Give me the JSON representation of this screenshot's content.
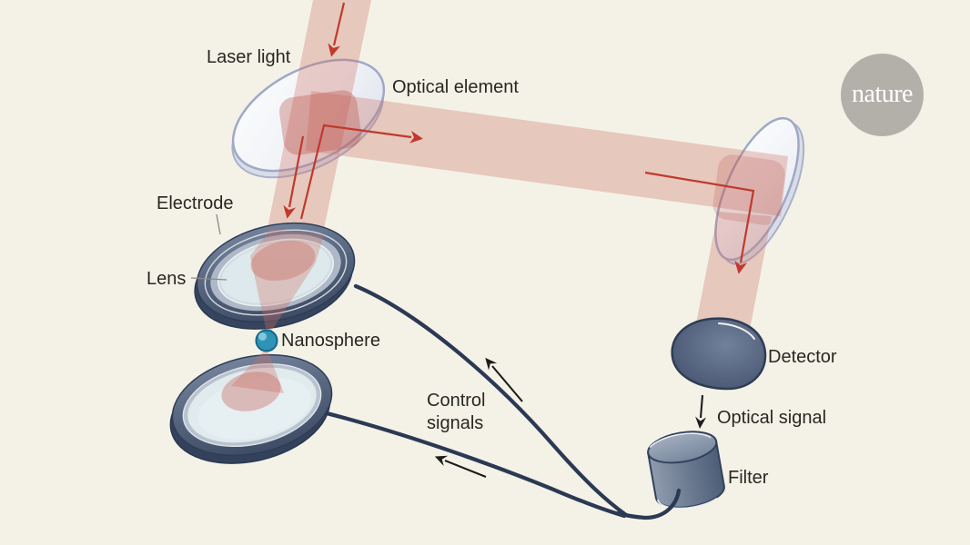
{
  "figure": {
    "type": "scientific-illustration",
    "subject": "Levitated nanosphere optical trap experiment",
    "labels": {
      "laser_light": "Laser light",
      "optical_element": "Optical element",
      "electrode": "Electrode",
      "lens": "Lens",
      "nanosphere": "Nanosphere",
      "control_signals": "Control signals",
      "detector": "Detector",
      "optical_signal": "Optical signal",
      "filter": "Filter"
    },
    "logo": {
      "text": "nature",
      "circle_color": "#b2b0a8",
      "text_color": "#ffffff"
    },
    "colors": {
      "background": "#f4f2e7",
      "laser_beam_pink": "#eec6bc",
      "beam_overlap_patch": "#d89a90",
      "red_arrow": "#bf3a2d",
      "black_arrow": "#1d1d1b",
      "wire_navy": "#2b3954",
      "metal_ring_dark": "#42506a",
      "metal_band_light": "#aeb8c6",
      "lens_face": "#dde9ec",
      "glass_fill": "#eef0f5",
      "glass_stroke": "#9fa9c7",
      "nanosphere_fill": "#2e93b4",
      "label_text": "#282823"
    }
  }
}
